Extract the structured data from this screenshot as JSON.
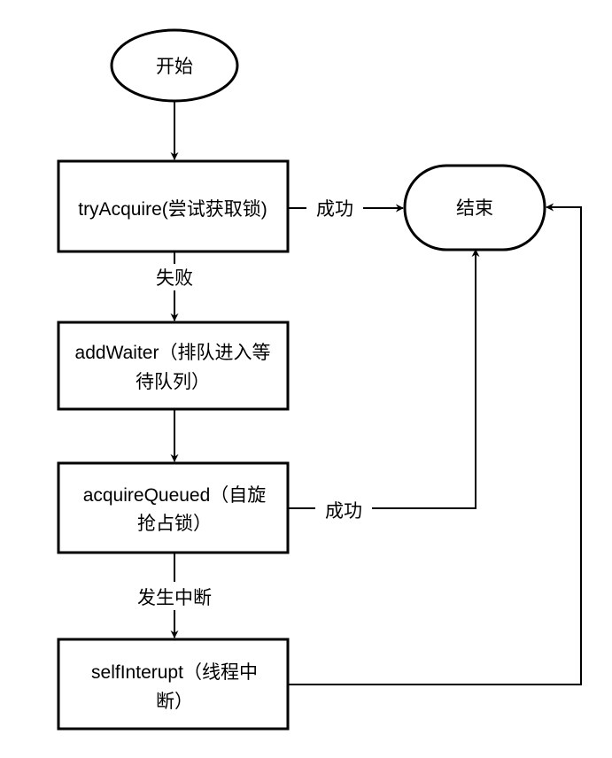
{
  "nodes": {
    "start": {
      "label": "开始"
    },
    "end": {
      "label": "结束"
    },
    "try_acquire": {
      "label": "tryAcquire(尝试获取锁)"
    },
    "add_waiter": {
      "lines": [
        "addWaiter（排队进入等",
        "待队列）"
      ]
    },
    "acquire_queued": {
      "lines": [
        "acquireQueued（自旋",
        "抢占锁）"
      ]
    },
    "self_interrupt": {
      "lines": [
        "selfInterupt（线程中",
        "断）"
      ]
    }
  },
  "edges": {
    "try_success": "成功",
    "try_fail": "失败",
    "queued_success": "成功",
    "interrupt_occurred": "发生中断"
  }
}
